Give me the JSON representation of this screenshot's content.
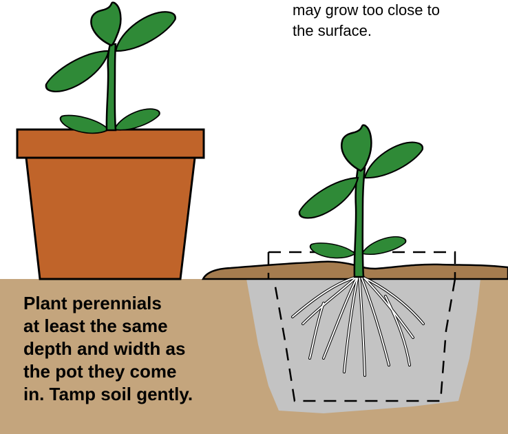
{
  "top_note": {
    "lines": [
      "may grow too close to",
      "the surface."
    ]
  },
  "instruction": {
    "lines": [
      "Plant perennials",
      "at least the same",
      "depth and width as",
      "the pot they come",
      "in. Tamp soil gently."
    ]
  },
  "colors": {
    "ground": "#c4a57d",
    "soil_mound": "#a57c4f",
    "hole": "#c3c3c3",
    "pot": "#c0642a",
    "leaf": "#2f8a37",
    "stem": "#2f8a37",
    "outline": "#000000",
    "roots": "#ffffff"
  }
}
